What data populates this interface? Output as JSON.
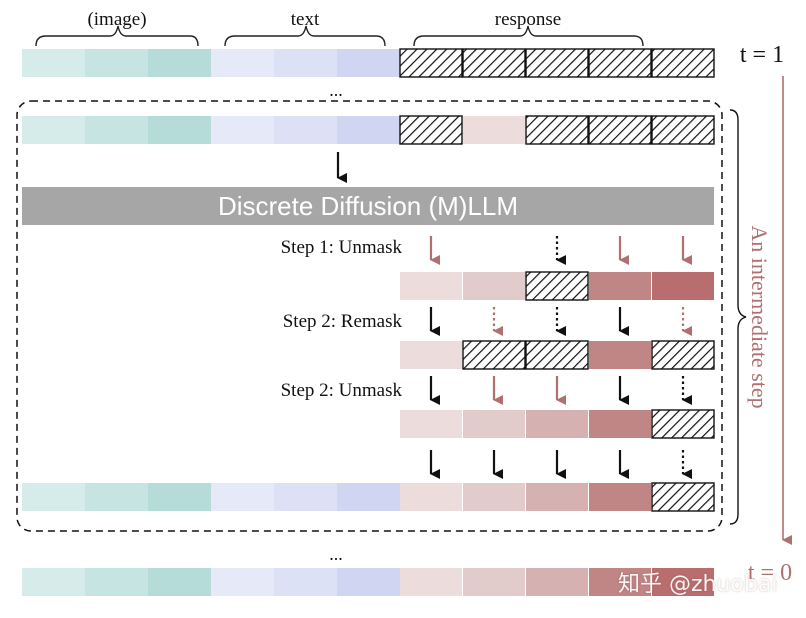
{
  "header": {
    "image_label": "(image)",
    "text_label": "text",
    "response_label": "response",
    "ellipsis_top": "...",
    "ellipsis_bottom": "..."
  },
  "time": {
    "t_start": "t = 1",
    "t_end": "t = 0"
  },
  "model": {
    "label": "Discrete Diffusion (M)LLM",
    "fill": "#a6a6a6"
  },
  "steps": [
    {
      "label": "Step 1: Unmask"
    },
    {
      "label": "Step 2: Remask"
    },
    {
      "label": "Step 2: Unmask"
    }
  ],
  "brace_label": "An intermediate step",
  "watermark": "知乎 @zhuobai",
  "colors": {
    "image_tokens": [
      "#d6ecea",
      "#c6e5e2",
      "#b5dcd8"
    ],
    "text_tokens": [
      "#e6e9f7",
      "#dde1f5",
      "#d0d6f2"
    ],
    "response_shades": [
      "#ecdcdc",
      "#e2cbcb",
      "#d6b1b1",
      "#c08585",
      "#b86e6e"
    ],
    "arrow_red": "#b07070",
    "arrow_black": "#111111",
    "mask_fill": "hatch"
  },
  "rows": [
    {
      "name": "row-t1",
      "response": [
        "M",
        "M",
        "M",
        "M",
        "M"
      ]
    },
    {
      "name": "row-input",
      "response": [
        "M",
        "0",
        "M",
        "M",
        "M"
      ]
    },
    {
      "name": "row-step1",
      "response": [
        "0",
        "1",
        "M",
        "3",
        "4"
      ]
    },
    {
      "name": "row-step2-remask",
      "response": [
        "0",
        "M",
        "M",
        "3",
        "M"
      ]
    },
    {
      "name": "row-step2-unmask",
      "response": [
        "0",
        "1",
        "2",
        "3",
        "M"
      ]
    },
    {
      "name": "row-output",
      "response": [
        "0",
        "1",
        "2",
        "3",
        "M"
      ]
    },
    {
      "name": "row-t0",
      "response": [
        "0",
        "1",
        "2",
        "3",
        "4"
      ]
    }
  ],
  "arrow_rows": [
    {
      "name": "arrows-step1",
      "arrows": [
        "red-solid",
        "none",
        "black-dotted",
        "red-solid",
        "red-solid"
      ]
    },
    {
      "name": "arrows-step2-remask",
      "arrows": [
        "black-solid",
        "red-dotted",
        "black-dotted",
        "black-solid",
        "red-dotted"
      ]
    },
    {
      "name": "arrows-step2-unmask",
      "arrows": [
        "black-solid",
        "red-solid",
        "red-solid",
        "black-solid",
        "black-dotted"
      ]
    },
    {
      "name": "arrows-final",
      "arrows": [
        "black-solid",
        "black-solid",
        "black-solid",
        "black-solid",
        "black-dotted"
      ]
    }
  ]
}
